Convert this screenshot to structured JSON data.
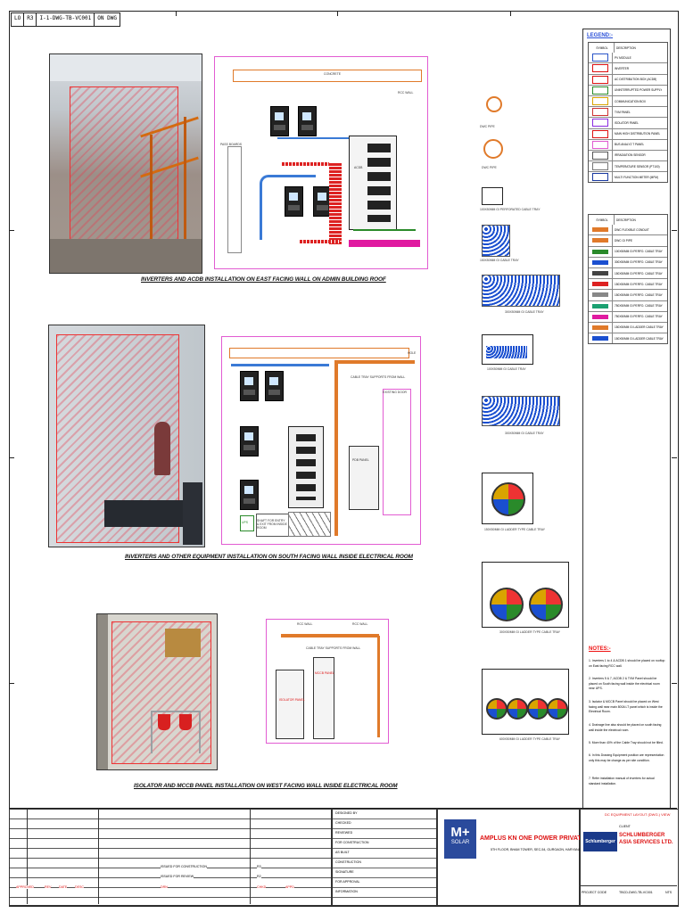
{
  "drawing_code": {
    "cells": [
      "LO",
      "R3",
      "I-1-DWG-TB-VC001",
      "ON DWG"
    ]
  },
  "captions": {
    "view1": "INVERTERS AND ACDB INSTALLATION ON EAST FACING WALL ON ADMIN BUILDING ROOF",
    "view2": "INVERTERS AND OTHER EQUIPMENT INSTALLATION ON SOUTH FACING WALL INSIDE ELECTRICAL ROOM",
    "view3": "ISOLATOR AND MCCB PANEL INSTALLATION ON WEST FACING WALL INSIDE ELECTRICAL ROOM"
  },
  "plan1": {
    "top_label": "CONCRETE",
    "wall_label": "RCC WALL",
    "panel_label": "PASS BOARDS",
    "acdb_label": "ACDB"
  },
  "plan2": {
    "top_label": "HOLE",
    "tray_label": "CABLE TRAY SUPPORTS FROM WALL",
    "door_label": "EXISTING DOOR",
    "ups_label": "UPS",
    "rack_label": "SHAFT FOR ENTRY & EXIT FROM INSIDE ROOM",
    "panel_label": "PDB PANEL"
  },
  "plan3": {
    "wall_left": "RCC WALL",
    "wall_right": "RCC WALL",
    "tray_label": "CABLE TRAY SUPPORTS FROM WALL",
    "isolator_label": "ISOLATOR PANEL",
    "mccb_label": "MCCB PANEL"
  },
  "sections": [
    {
      "label": "DWC PIPE"
    },
    {
      "label": "DWC PIPE"
    },
    {
      "label": "100X50MM GI PERFORATED CABLE TRAY"
    },
    {
      "label": "150X50MM GI CABLE TRAY"
    },
    {
      "label": "300X50MM GI CABLE TRAY"
    },
    {
      "label": "100X50MM GI CABLE TRAY"
    },
    {
      "label": "300X50MM GI CABLE TRAY"
    },
    {
      "label": "150X50MM GI LADDER TYPE CABLE TRAY"
    },
    {
      "label": "300X50MM GI LADDER TYPE CABLE TRAY"
    },
    {
      "label": "600X50MM GI LADDER TYPE CABLE TRAY"
    }
  ],
  "legend": {
    "title": "LEGEND:-",
    "col_symbol": "SYMBOL",
    "col_desc": "DESCRIPTION",
    "table1": [
      {
        "desc": "PV MODULE",
        "color": "#2a55c8"
      },
      {
        "desc": "INVERTER",
        "color": "#d11"
      },
      {
        "desc": "AC DISTRIBUTION BOX (ACDB)",
        "color": "#d11"
      },
      {
        "desc": "UNINTERRUPTED POWER SUPPLY",
        "color": "#2a8a2a"
      },
      {
        "desc": "COMMUNICATION BOX",
        "color": "#d9a400"
      },
      {
        "desc": "TVM PANEL",
        "color": "#c33"
      },
      {
        "desc": "ISOLATOR PANEL",
        "color": "#8a2be2"
      },
      {
        "desc": "MAIN HIGH DISTRIBUTION PANEL",
        "color": "#d11"
      },
      {
        "desc": "BUS ANALYZ T PANEL",
        "color": "#e05cd0"
      },
      {
        "desc": "IRRADIATION SENSOR",
        "color": "#555"
      },
      {
        "desc": "TEMPERATURE SENSOR (PT100)",
        "color": "#777"
      },
      {
        "desc": "MULTI FUNCTION METER (MFM)",
        "color": "#1a3aa0"
      }
    ],
    "table2": [
      {
        "desc": "DWC FLEXIBLE CONDUIT",
        "color": "#e07a2a"
      },
      {
        "desc": "DWC GI PIPE",
        "color": "#e07a2a"
      },
      {
        "desc": "100X50MM GI PERFO. CABLE TRAY",
        "color": "#2a8a2a"
      },
      {
        "desc": "300X50MM GI PERFO. CABLE TRAY",
        "color": "#1a4fd0"
      },
      {
        "desc": "150X50MM GI PERFO. CABLE TRAY",
        "color": "#444"
      },
      {
        "desc": "150X50MM GI PERFO. CABLE TRAY",
        "color": "#d22"
      },
      {
        "desc": "150X50MM GI PERFO. CABLE TRAY",
        "color": "#888"
      },
      {
        "desc": "750X50MM GI PERFO. CABLE TRAY",
        "color": "#1aa070"
      },
      {
        "desc": "750X50MM GI PERFO. CABLE TRAY",
        "color": "#e01aa0"
      },
      {
        "desc": "150X50MM GI LADDER CABLE TRAY",
        "color": "#e07a2a"
      },
      {
        "desc": "150X50MM GI LADDER CABLE TRAY",
        "color": "#1a4fd0"
      }
    ],
    "notes_title": "NOTES:-",
    "notes": [
      "1. Inverters 1 to 4 & ACDB 1 should be placed on rooftop on East facing RCC wall.",
      "2. Inverters 5 & 7, ACDB 2 & TVM Panel should be placed on South facing wall inside the electrical room near UPS.",
      "3. Isolator & MCCB Panel should be placed on West facing wall near main 800A LT panel which is inside the Electrical Room.",
      "4. Drainage line also should be placed on south facing wall inside the electrical room.",
      "5. More than 40% of the Cable Tray should not be filled.",
      "6. In this Drawing Equipment position are representation only this may be change as per site condition.",
      "7. Refer installation manual of inverters for actual standard installation."
    ]
  },
  "title_block": {
    "company": "AMPLUS KN ONE POWER PRIVATE LTD.",
    "company_address": "5TH FLOOR, BHAM TOWER, SEC-54, GURGAON, HARYANA, INDIA",
    "client": "SCHLUMBERGER ASIA SERVICES LTD.",
    "client_logo": "Schlumberger",
    "logo": "M+",
    "logo_sub": "SOLAR",
    "project_title": "DC EQUIPMENT LAYOUT (DWG.) VIEW",
    "client_small": "CLIENT",
    "approved": "APPROVED",
    "rev_rows": [
      {
        "desc": "ISSUED FOR CONSTRUCTION",
        "rev": "R3"
      },
      {
        "desc": "ISSUED FOR REVIEW",
        "rev": "R2"
      }
    ],
    "headers": [
      "REV",
      "DATE",
      "DESC",
      "DRN",
      "CHKD",
      "APPD"
    ],
    "stamp_rows": [
      "DESIGNED BY",
      "CHECKED",
      "REVIEWED",
      "FOR CONSTRUCTION",
      "AS BUILT",
      "CONSTRUCTION",
      "SIGNATURE",
      "FOR APPROVAL",
      "INFORMATION"
    ],
    "sheet_label": "PROJECT CODE",
    "drawing_no": "TBCD-DWG-TB-VC001",
    "scale": "NTS"
  }
}
